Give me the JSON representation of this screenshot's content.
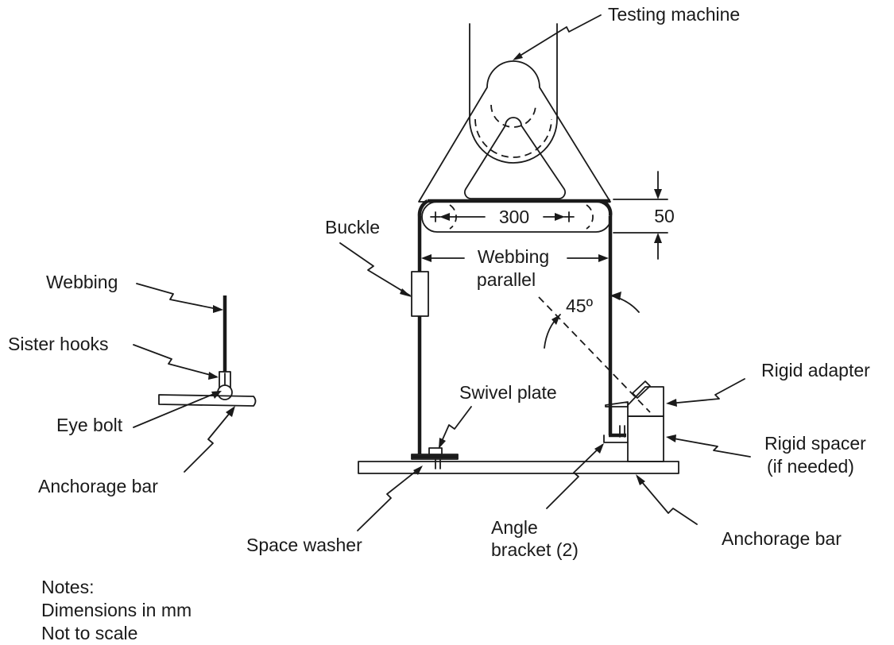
{
  "labels": {
    "testing_machine": "Testing machine",
    "buckle": "Buckle",
    "width_dim": "300",
    "height_dim": "50",
    "webbing_parallel_1": "Webbing",
    "webbing_parallel_2": "parallel",
    "angle": "45º",
    "webbing": "Webbing",
    "sister_hooks": "Sister hooks",
    "eye_bolt": "Eye bolt",
    "anchorage_bar_left": "Anchorage bar",
    "swivel_plate": "Swivel plate",
    "rigid_adapter": "Rigid adapter",
    "rigid_spacer_1": "Rigid spacer",
    "rigid_spacer_2": "(if needed)",
    "space_washer": "Space washer",
    "angle_bracket_1": "Angle",
    "angle_bracket_2": "bracket (2)",
    "anchorage_bar_right": "Anchorage bar"
  },
  "notes": {
    "title": "Notes:",
    "line1": "Dimensions in mm",
    "line2": "Not to scale"
  }
}
